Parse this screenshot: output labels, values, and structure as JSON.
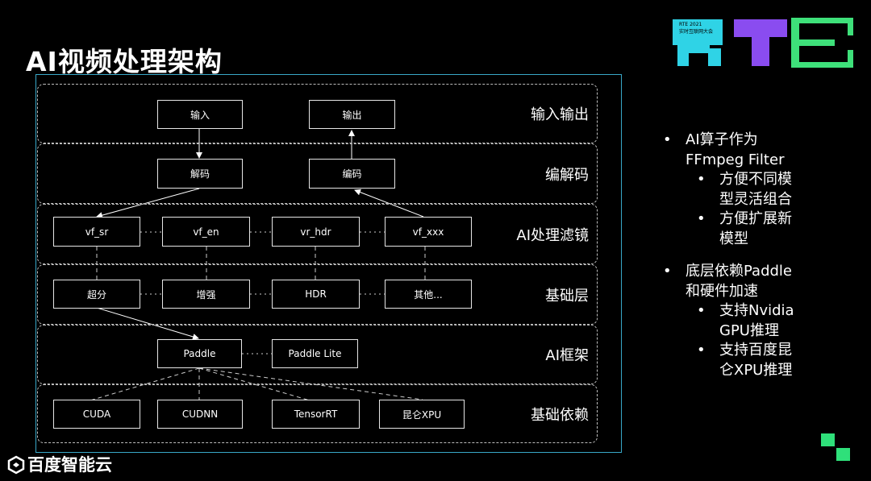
{
  "title": "AI视频处理架构",
  "logo": {
    "rte_text": "RTE 2021",
    "rte_sub": "实时互联网大会",
    "baidu_text": "百度智能云"
  },
  "layers": [
    {
      "label": "输入输出",
      "boxes": [
        "输入",
        "输出"
      ]
    },
    {
      "label": "编解码",
      "boxes": [
        "解码",
        "编码"
      ]
    },
    {
      "label": "AI处理滤镜",
      "boxes": [
        "vf_sr",
        "vf_en",
        "vr_hdr",
        "vf_xxx"
      ]
    },
    {
      "label": "基础层",
      "boxes": [
        "超分",
        "增强",
        "HDR",
        "其他..."
      ]
    },
    {
      "label": "AI框架",
      "boxes": [
        "Paddle",
        "Paddle Lite"
      ]
    },
    {
      "label": "基础依赖",
      "boxes": [
        "CUDA",
        "CUDNN",
        "TensorRT",
        "昆仑XPU"
      ]
    }
  ],
  "bullets": [
    {
      "text": "AI算子作为FFmpeg Filter",
      "line1": "AI算子作为",
      "line2": "FFmpeg Filter",
      "sub": [
        {
          "line1": "方便不同模",
          "line2": "型灵活组合"
        },
        {
          "line1": "方便扩展新",
          "line2": "模型"
        }
      ]
    },
    {
      "line1": "底层依赖Paddle",
      "line2": "和硬件加速",
      "sub": [
        {
          "line1": "支持Nvidia",
          "line2": "GPU推理"
        },
        {
          "line1": "支持百度昆",
          "line2": "仑XPU推理"
        }
      ]
    }
  ],
  "colors": {
    "frame": "#39a8c8",
    "rte_cyan": "#2fd3e6",
    "rte_purple": "#8a4cf0",
    "rte_green": "#3ee07a",
    "corner_green": "#2fe07a"
  }
}
